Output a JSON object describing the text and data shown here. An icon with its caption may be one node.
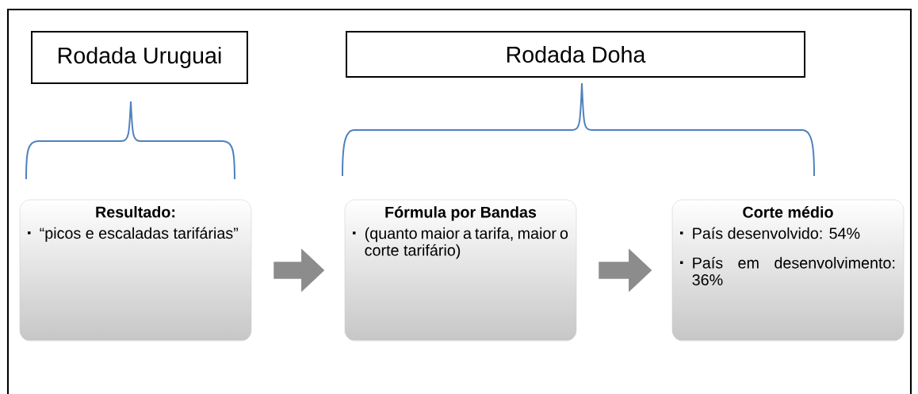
{
  "diagram": {
    "nodes": [
      {
        "text": [
          "Rodada Uruguai"
        ]
      },
      {
        "text": [
          "Rodada Doha"
        ]
      },
      {
        "text": [
          "Resultado:",
          "“picos e escaladas tarifárias”"
        ]
      },
      {
        "text": [
          "Fórmula por Bandas",
          "(quanto maior a tarifa, maior o corte tarifário)"
        ]
      },
      {
        "text": [
          "Corte médio",
          "País desenvolvido: 54%",
          "País em desenvolvimento: 36%"
        ]
      }
    ],
    "edges": [
      {
        "from": 2,
        "to": 3,
        "arrow": "to"
      },
      {
        "from": 3,
        "to": 4,
        "arrow": "to"
      }
    ]
  }
}
